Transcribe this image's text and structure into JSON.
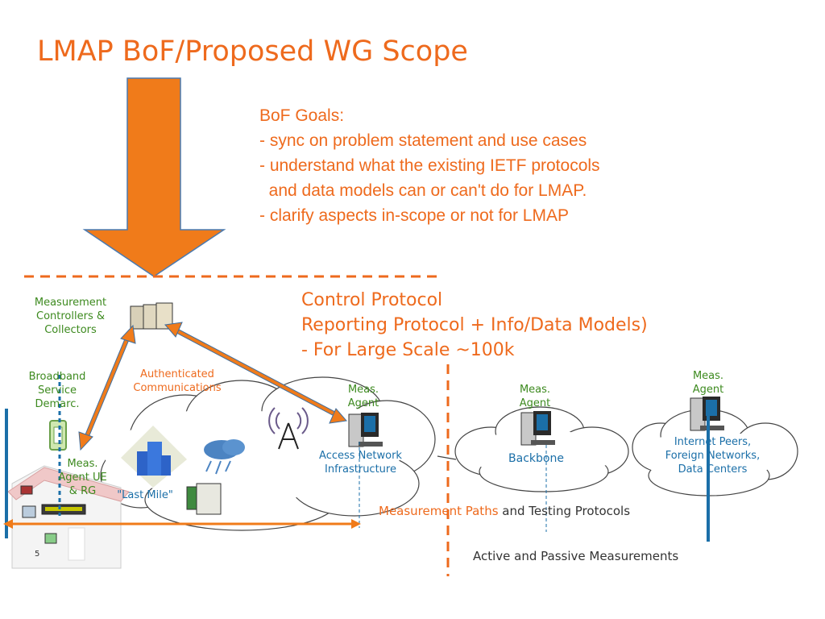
{
  "title": "LMAP BoF/Proposed WG Scope",
  "goals": {
    "heading": "BoF Goals:",
    "line1": "- sync on problem statement and use cases",
    "line2": "- understand what the existing IETF protocols",
    "line3": "  and data models can or can't do for LMAP.",
    "line4": "- clarify aspects in-scope or not for LMAP"
  },
  "protocols": {
    "line1": "Control Protocol",
    "line2": "Reporting Protocol + Info/Data Models)",
    "line3": "- For Large Scale ~100k"
  },
  "labels": {
    "controllers": "Measurement Controllers & Collectors",
    "demarc": "Broadband Service Demarc.",
    "auth_comm": "Authenticated Communications",
    "meas_agent_ue": "Meas. Agent UE & RG",
    "last_mile": "\"Last Mile\"",
    "meas_agent_access": "Meas. Agent",
    "access_network": "Access Network Infrastructure",
    "meas_agent_backbone": "Meas. Agent",
    "backbone": "Backbone",
    "meas_agent_peers": "Meas. Agent",
    "internet_peers": "Internet Peers, Foreign Networks, Data Centers",
    "measurement_paths": "Measurement Paths",
    "and_testing": " and Testing Protocols",
    "active_passive": "Active and Passive Measurements",
    "slide_number": "5"
  },
  "colors": {
    "accent_orange": "#ee6a1d",
    "green": "#3d8a1f",
    "blue": "#1b6fa8"
  }
}
